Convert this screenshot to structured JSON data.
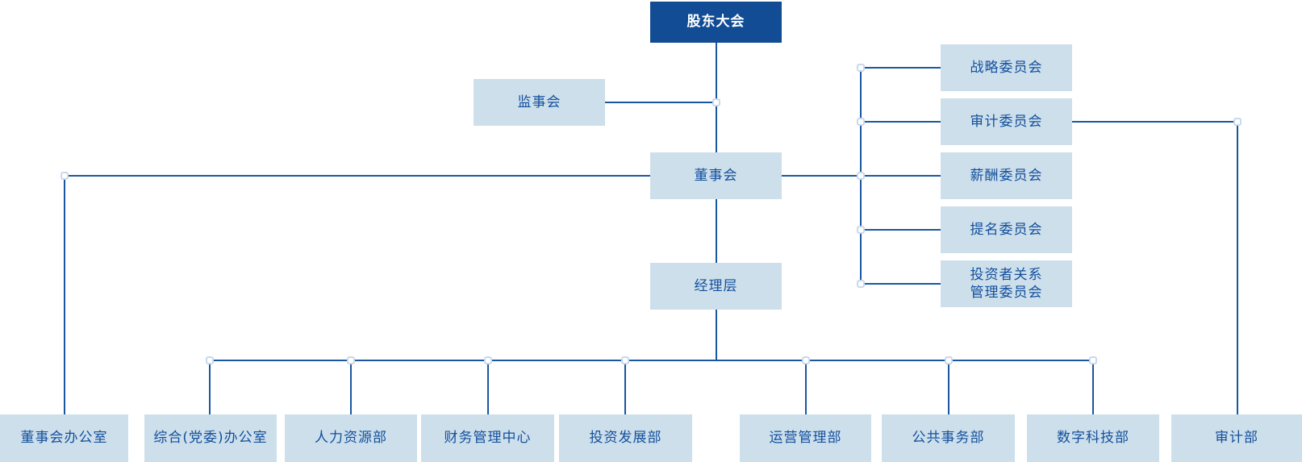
{
  "colors": {
    "primary_box_bg": "#114C94",
    "primary_box_text": "#FFFFFF",
    "box_bg": "#CDDFEB",
    "box_text": "#124F9C",
    "connector_line": "#1A57A0",
    "junction_dot_border": "#C9D9EB",
    "junction_dot_fill": "#FFFFFF"
  },
  "org_chart": {
    "root": {
      "label": "股东大会"
    },
    "supervisory_board": {
      "label": "监事会"
    },
    "board_of_directors": {
      "label": "董事会"
    },
    "management": {
      "label": "经理层"
    },
    "committees": [
      {
        "label": "战略委员会"
      },
      {
        "label": "审计委员会"
      },
      {
        "label": "薪酬委员会"
      },
      {
        "label": "提名委员会"
      },
      {
        "label": "投资者关系\n管理委员会"
      }
    ],
    "departments": [
      {
        "label": "董事会办公室"
      },
      {
        "label": "综合(党委)办公室"
      },
      {
        "label": "人力资源部"
      },
      {
        "label": "财务管理中心"
      },
      {
        "label": "投资发展部"
      },
      {
        "label": "运营管理部"
      },
      {
        "label": "公共事务部"
      },
      {
        "label": "数字科技部"
      },
      {
        "label": "审计部"
      }
    ]
  }
}
